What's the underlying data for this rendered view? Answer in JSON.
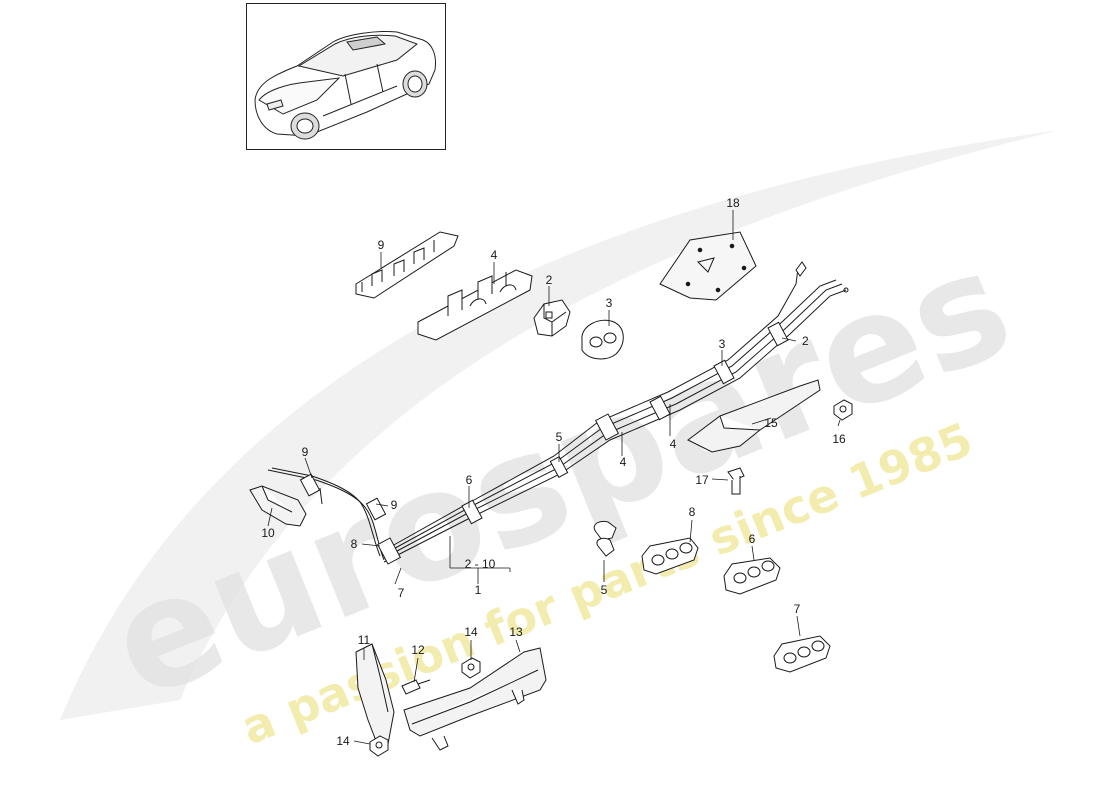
{
  "watermark": {
    "brand": "eurospares",
    "tagline": "a passion for parts since 1985",
    "colors": {
      "brand": "#d9d9d9",
      "tagline": "#efe79a",
      "swoosh": "#ebebeb"
    }
  },
  "thumbnail": {
    "icon": "vehicle-thumbnail-icon"
  },
  "callouts": {
    "c1": "1",
    "c2a": "2",
    "c2b": "2",
    "c2_10": "2 - 10",
    "c3a": "3",
    "c3b": "3",
    "c4a": "4",
    "c4b": "4",
    "c4c": "4",
    "c5a": "5",
    "c5b": "5",
    "c6a": "6",
    "c6b": "6",
    "c7a": "7",
    "c7b": "7",
    "c8a": "8",
    "c8b": "8",
    "c9a": "9",
    "c9b": "9",
    "c9c": "9",
    "c10": "10",
    "c11": "11",
    "c12": "12",
    "c13": "13",
    "c14a": "14",
    "c14b": "14",
    "c15": "15",
    "c16": "16",
    "c17": "17",
    "c18": "18"
  },
  "colors": {
    "line": "#1a1a1a",
    "part_fill": "#ffffff",
    "shade": "#e6e6e6"
  }
}
